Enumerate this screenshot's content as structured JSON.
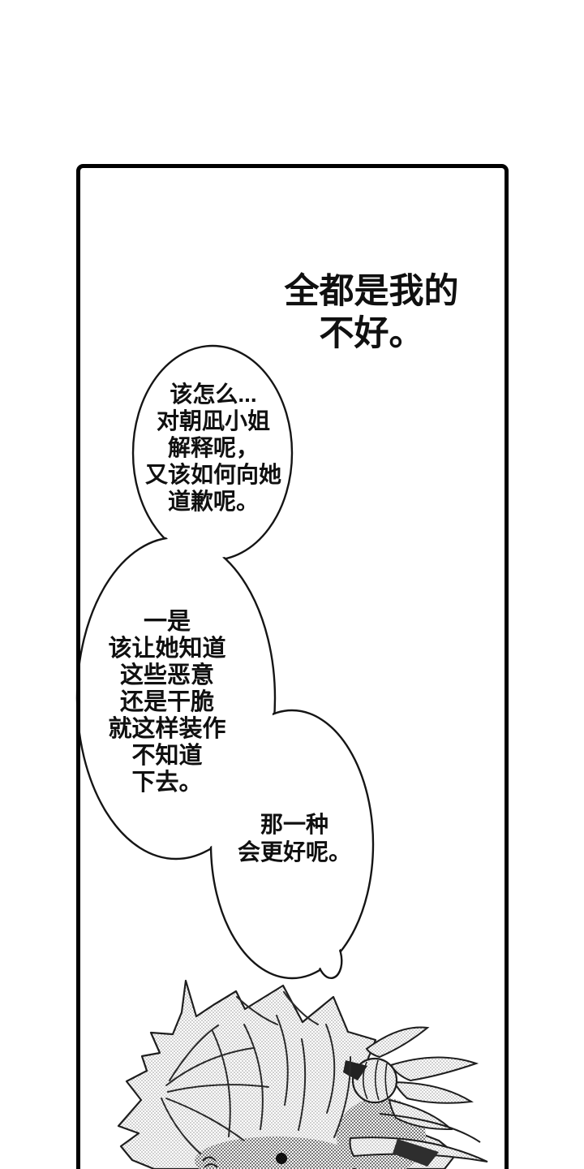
{
  "page": {
    "background_color": "#ffffff",
    "panel_border_color": "#000000",
    "text_color": "#101010",
    "halftone_color": "#8f8f8f"
  },
  "panel": {
    "monologue": {
      "line1": "全都是我的",
      "line2": "不好。"
    },
    "bubble1": {
      "line1": "该怎么...",
      "line2": "对朝凪小姐",
      "line3": "解释呢，",
      "line4": "又该如何向她",
      "line5": "道歉呢。"
    },
    "bubble2": {
      "line1": "一是",
      "line2": "该让她知道",
      "line3": "这些恶意",
      "line4": "还是干脆",
      "line5": "就这样装作",
      "line6": "不知道",
      "line7": "下去。"
    },
    "bubble3": {
      "line1": "那一种",
      "line2": "会更好呢。"
    },
    "illustration": "spiky-hair-character-head"
  }
}
